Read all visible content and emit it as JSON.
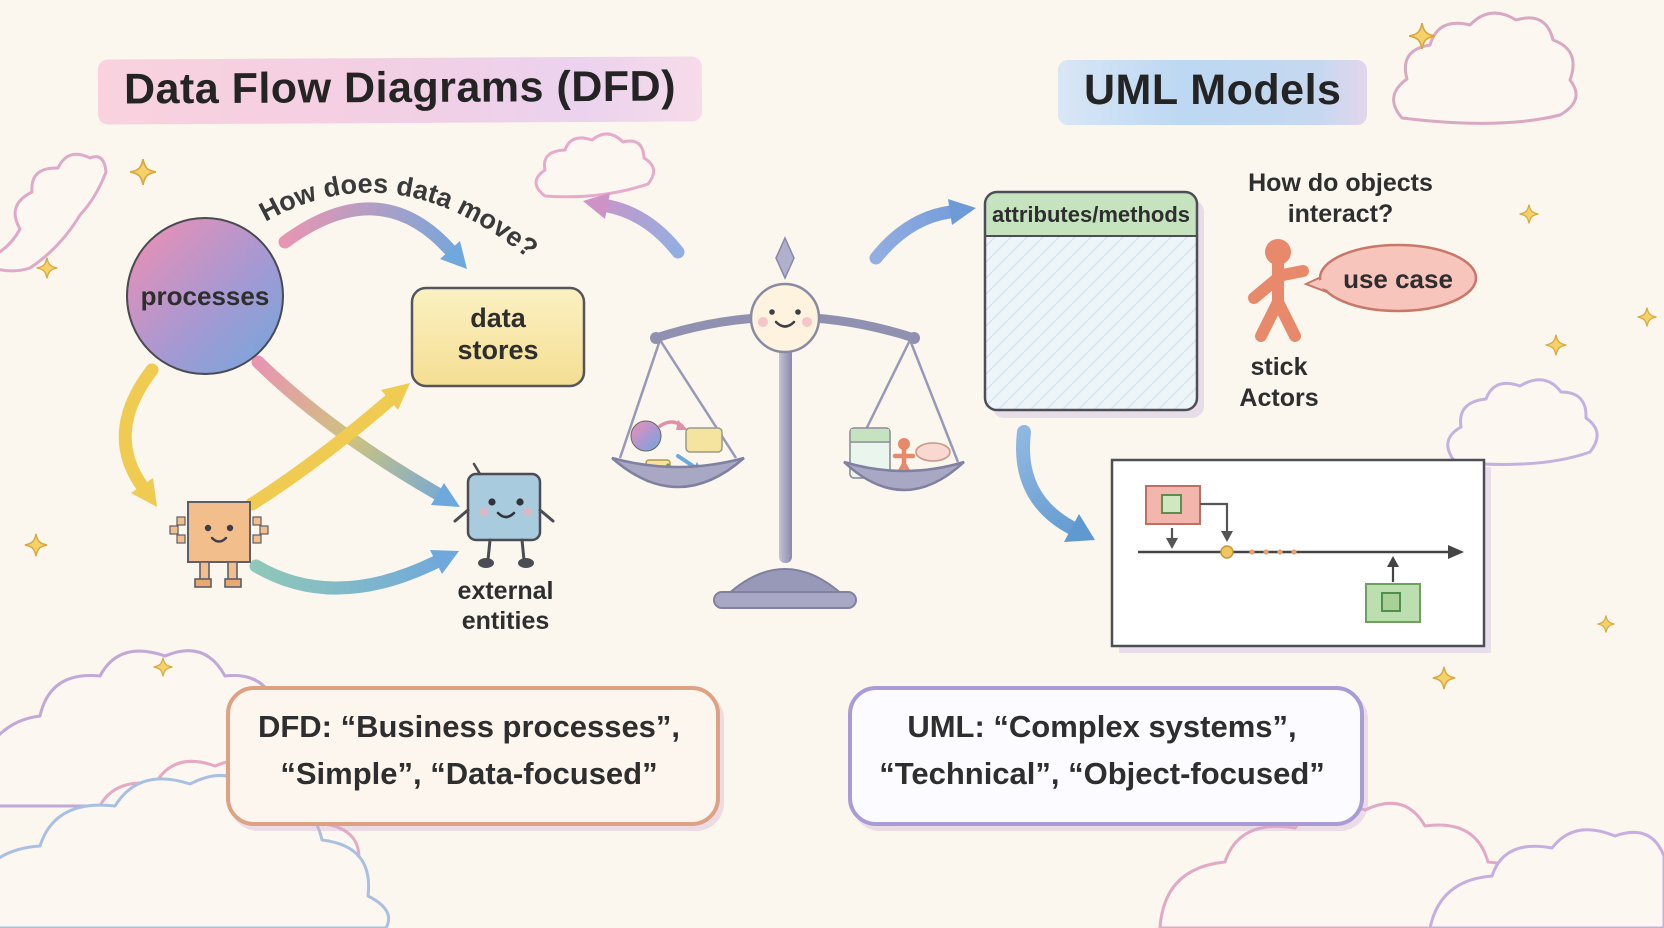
{
  "left": {
    "title": "Data Flow Diagrams (DFD)",
    "question": "How does data move?",
    "process_label": "processes",
    "data_stores_label": "data\nstores",
    "external_entities_label": "external\nentities",
    "summary": "DFD: “Business processes”,\n“Simple”, “Data-focused”"
  },
  "right": {
    "title": "UML Models",
    "class_header": "attributes/methods",
    "question": "How do objects\ninteract?",
    "use_case_label": "use case",
    "actors_label": "stick\nActors",
    "summary": "UML: “Complex systems”,\n“Technical”, “Object-focused”"
  },
  "colors": {
    "background": "#FBF7EE",
    "process_pink": "#F28FB0",
    "process_blue": "#6FA8DC",
    "data_store_yellow": "#F6E39C",
    "arrow_yellow": "#F0CB52",
    "arrow_blue": "#6FA8DC",
    "class_header_green": "#C5E3BE",
    "actor_orange": "#E8896B",
    "use_case_pink": "#F8C5BD",
    "dfd_border_orange": "#DFA184",
    "uml_border_purple": "#A99CD6",
    "sparkle_yellow": "#F5D16A",
    "scale_gray": "#9898B8"
  }
}
